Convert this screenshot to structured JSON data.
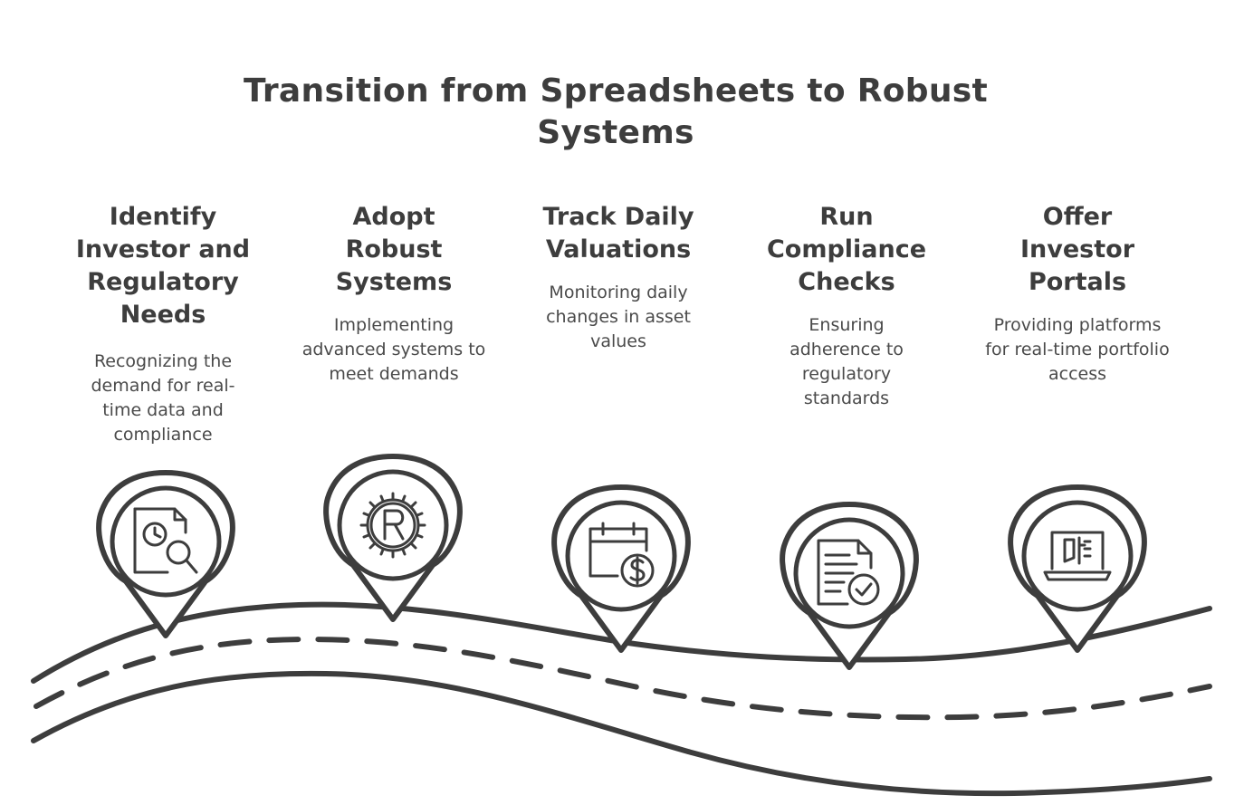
{
  "title": "Transition from Spreadsheets to Robust Systems",
  "steps": [
    {
      "heading": "Identify Investor and Regulatory Needs",
      "description": "Recognizing the demand for real-time data and compliance",
      "icon": "document-search-icon"
    },
    {
      "heading": "Adopt Robust Systems",
      "description": "Implementing advanced systems to meet demands",
      "icon": "registered-gear-icon"
    },
    {
      "heading": "Track Daily Valuations",
      "description": "Monitoring daily changes in asset values",
      "icon": "calendar-dollar-icon"
    },
    {
      "heading": "Run Compliance Checks",
      "description": "Ensuring adherence to regulatory standards",
      "icon": "document-check-icon"
    },
    {
      "heading": "Offer Investor Portals",
      "description": "Providing platforms for real-time portfolio access",
      "icon": "laptop-portal-icon"
    }
  ],
  "colors": {
    "ink": "#3d3d3d",
    "background": "#ffffff"
  }
}
